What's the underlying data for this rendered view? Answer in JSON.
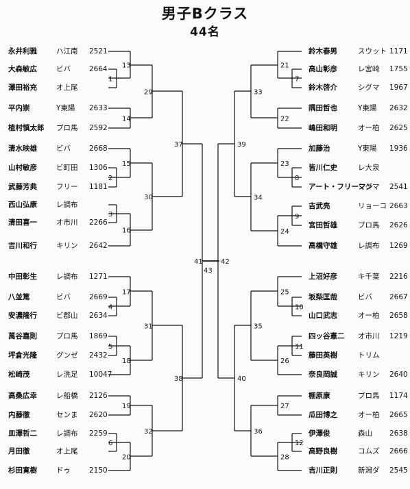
{
  "title": "男子Bクラス",
  "subtitle": "44名",
  "left_players": [
    {
      "name": "永井利雅",
      "club": "ハ江南",
      "rating": "2521"
    },
    {
      "name": "大森敏広",
      "club": "ビバ",
      "rating": "2664"
    },
    {
      "name": "澤田裕充",
      "club": "オ上尾",
      "rating": ""
    },
    {
      "name": "平内崇",
      "club": "Y東陽",
      "rating": "2633"
    },
    {
      "name": "植村慎太郎",
      "club": "プロ馬",
      "rating": "2592"
    },
    {
      "name": "清水映雄",
      "club": "ビバ",
      "rating": "2668"
    },
    {
      "name": "山村敏彦",
      "club": "ビ町田",
      "rating": "1306"
    },
    {
      "name": "武藤芳典",
      "club": "フリー",
      "rating": "1181"
    },
    {
      "name": "西山弘康",
      "club": "レ調布",
      "rating": ""
    },
    {
      "name": "清田喜一",
      "club": "オ市川",
      "rating": "2266"
    },
    {
      "name": "吉川和行",
      "club": "キリン",
      "rating": "2642"
    },
    {
      "name": "中田彰生",
      "club": "レ調布",
      "rating": "1271"
    },
    {
      "name": "八並篤",
      "club": "ビバ",
      "rating": "2669"
    },
    {
      "name": "安濃隆行",
      "club": "ビ郡山",
      "rating": "2634"
    },
    {
      "name": "萬谷嘉則",
      "club": "プロ馬",
      "rating": "1869"
    },
    {
      "name": "坪倉光隆",
      "club": "グンゼ",
      "rating": "2432"
    },
    {
      "name": "松崎茂",
      "club": "レ洗足",
      "rating": "10047"
    },
    {
      "name": "高桑広幸",
      "club": "レ船橋",
      "rating": "2126"
    },
    {
      "name": "内藤徹",
      "club": "センま",
      "rating": "2620"
    },
    {
      "name": "皿澤哲二",
      "club": "レ調布",
      "rating": "2259"
    },
    {
      "name": "月田徹",
      "club": "オ上尾",
      "rating": ""
    },
    {
      "name": "杉田寛樹",
      "club": "ドゥ",
      "rating": "2150"
    }
  ],
  "right_players": [
    {
      "name": "鈴木春男",
      "club": "スウット",
      "rating": "1171"
    },
    {
      "name": "高山彰彦",
      "club": "レ宮崎",
      "rating": "1755"
    },
    {
      "name": "鈴木啓介",
      "club": "シグマ",
      "rating": "1967"
    },
    {
      "name": "隅田哲也",
      "club": "Y東陽",
      "rating": "2632"
    },
    {
      "name": "嶋田和明",
      "club": "オー柏",
      "rating": "2625"
    },
    {
      "name": "加藤治",
      "club": "Y東陽",
      "rating": "1936"
    },
    {
      "name": "皆川仁史",
      "club": "レ大泉",
      "rating": ""
    },
    {
      "name": "アート・フリーマン",
      "club": "シグマ",
      "rating": "2541"
    },
    {
      "name": "吉武亮",
      "club": "リョーコ",
      "rating": "2663"
    },
    {
      "name": "宮田哲雄",
      "club": "プロ馬",
      "rating": "2626"
    },
    {
      "name": "高橋守雄",
      "club": "レ調布",
      "rating": "1269"
    },
    {
      "name": "上沼好彦",
      "club": "キ千葉",
      "rating": "2216"
    },
    {
      "name": "坂梨匡哉",
      "club": "ビバ",
      "rating": "2667"
    },
    {
      "name": "山口武志",
      "club": "オー柏",
      "rating": "2658"
    },
    {
      "name": "四ッ谷憲二",
      "club": "オ市川",
      "rating": "1219"
    },
    {
      "name": "藤田英樹",
      "club": "トリム",
      "rating": ""
    },
    {
      "name": "奈良岡誠",
      "club": "キリン",
      "rating": "2640"
    },
    {
      "name": "棚原康",
      "club": "プロ馬",
      "rating": "1174"
    },
    {
      "name": "瓜田博之",
      "club": "オー柏",
      "rating": "2665"
    },
    {
      "name": "伊澤俊",
      "club": "森山",
      "rating": "2638"
    },
    {
      "name": "高野良樹",
      "club": "コムズ",
      "rating": "2666"
    },
    {
      "name": "吉川正則",
      "club": "新潟ダ",
      "rating": "2545"
    }
  ],
  "match_numbers": {
    "m1": "1",
    "m2": "2",
    "m3": "3",
    "m4": "4",
    "m5": "5",
    "m6": "6",
    "m7": "7",
    "m8": "8",
    "m9": "9",
    "m10": "10",
    "m11": "11",
    "m12": "12",
    "m13": "13",
    "m14": "14",
    "m15": "15",
    "m16": "16",
    "m17": "17",
    "m18": "18",
    "m19": "19",
    "m20": "20",
    "m21": "21",
    "m22": "22",
    "m23": "23",
    "m24": "24",
    "m25": "25",
    "m26": "26",
    "m27": "27",
    "m28": "28",
    "m29": "29",
    "m30": "30",
    "m31": "31",
    "m32": "32",
    "m33": "33",
    "m34": "34",
    "m35": "35",
    "m36": "36",
    "m37": "37",
    "m38": "38",
    "m39": "39",
    "m40": "40",
    "m41": "41",
    "m42": "42",
    "m43": "43"
  },
  "colors": {
    "ink": "#111111",
    "paper": "#fbfbf9"
  }
}
